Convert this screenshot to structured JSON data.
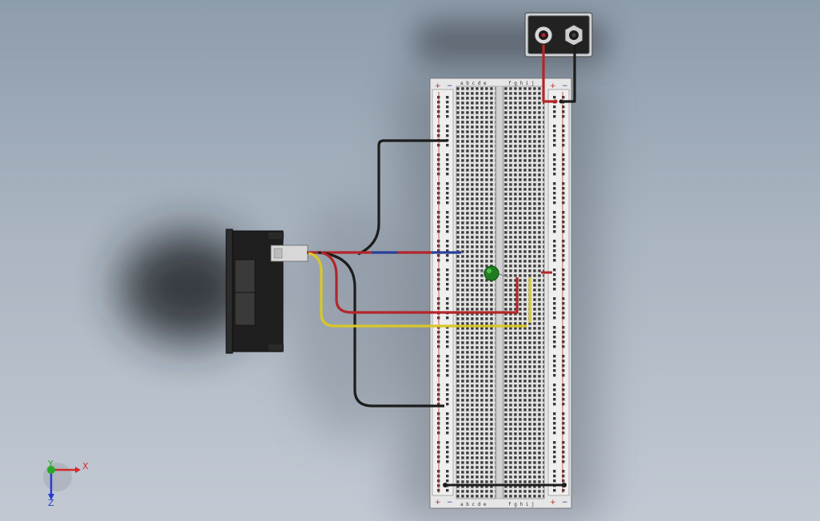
{
  "viewport": {
    "background_top": "#8e9dac",
    "background_bottom": "#c2c9d3"
  },
  "breadboard": {
    "plus_symbol": "+",
    "minus_symbol": "−",
    "column_labels_left": "a b c d e",
    "column_labels_right": "f g h i j"
  },
  "components": {
    "meter": "panel-voltmeter",
    "power_jack": "dc-terminal-block",
    "led": "green-led"
  },
  "wire_colors": {
    "red": "#b3262a",
    "black": "#1c1c1c",
    "yellow": "#d8c72a",
    "blue": "#2a3f9a",
    "led": "#2e9a2e"
  },
  "axis_triad": {
    "x_label": "X",
    "y_label": "Y",
    "z_label": "Z",
    "x_color": "#d42a2a",
    "y_color": "#2aa82a",
    "z_color": "#2a3ad4"
  }
}
